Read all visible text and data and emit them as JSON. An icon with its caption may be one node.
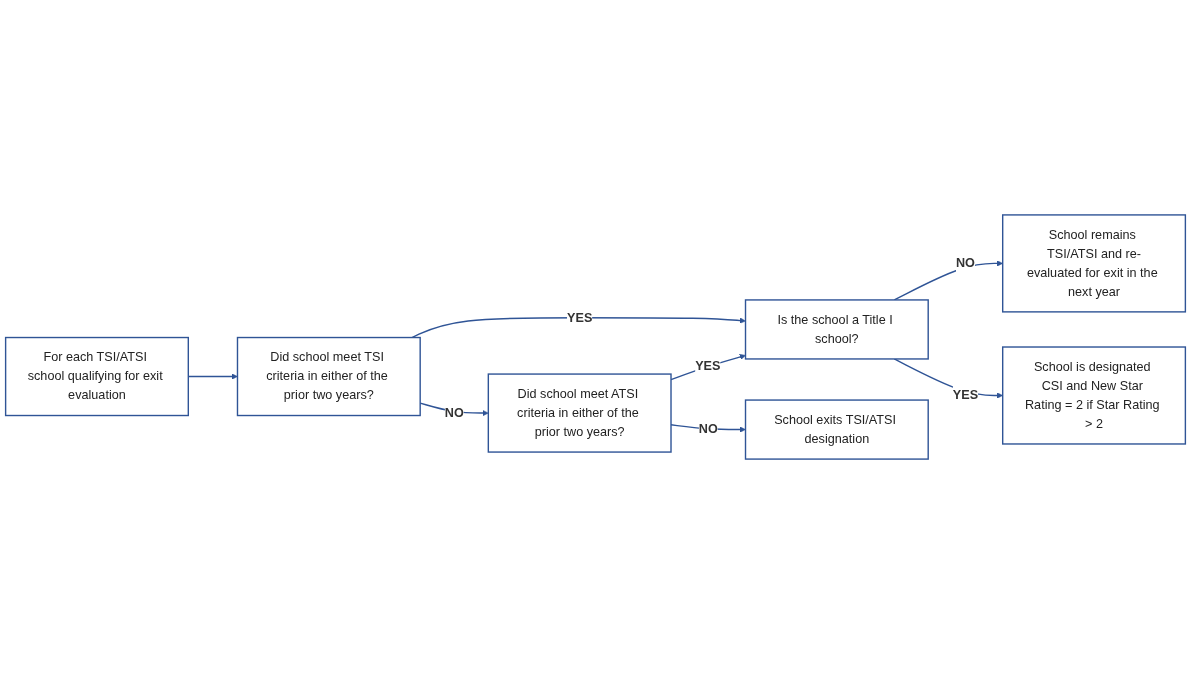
{
  "diagram": {
    "nodes": [
      {
        "text": [
          "For each TSI/ATSI school qualifying for exit evaluation"
        ]
      },
      {
        "text": [
          "Did school meet TSI criteria in either of the prior two years?"
        ]
      },
      {
        "text": [
          "Did school meet ATSI criteria in either of the prior two years?"
        ]
      },
      {
        "text": [
          "School exits TSI/ATSI designation"
        ]
      },
      {
        "text": [
          "Is the school a Title I school?"
        ]
      },
      {
        "text": [
          "School remains TSI/ATSI and re-evaluated for exit in the next year"
        ]
      },
      {
        "text": [
          "School is designated CSI and New Star Rating = 2 if Star Rating > 2"
        ]
      }
    ],
    "edges": [
      {
        "from": 0,
        "to": 1,
        "arrow": "to"
      },
      {
        "from": 1,
        "to": 4,
        "arrow": "to",
        "label": "YES"
      },
      {
        "from": 1,
        "to": 2,
        "arrow": "to",
        "label": "NO"
      },
      {
        "from": 2,
        "to": 4,
        "arrow": "to",
        "label": "YES"
      },
      {
        "from": 2,
        "to": 3,
        "arrow": "to",
        "label": "NO"
      },
      {
        "from": 4,
        "to": 5,
        "arrow": "to",
        "label": "NO"
      },
      {
        "from": 4,
        "to": 6,
        "arrow": "to",
        "label": "YES"
      }
    ]
  }
}
